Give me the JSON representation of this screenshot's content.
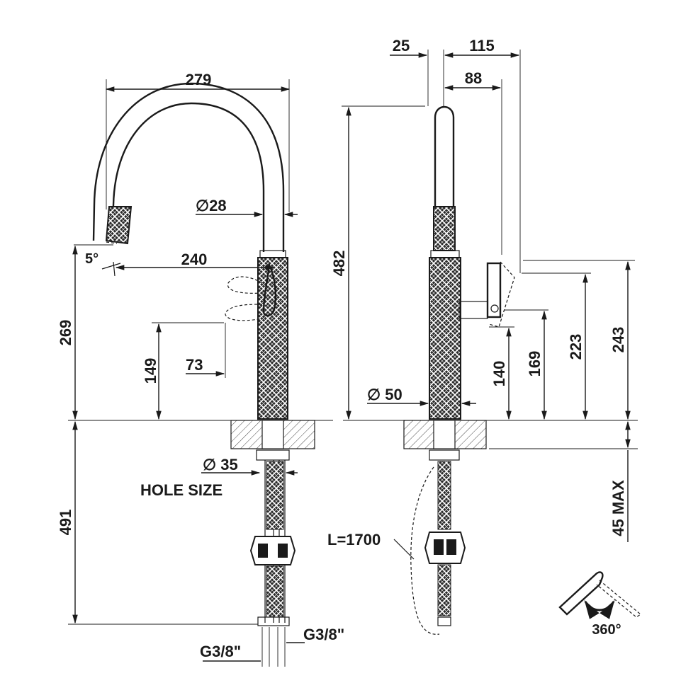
{
  "drawing": {
    "left_view": {
      "width_279": "279",
      "spout_reach_240": "240",
      "angle_5": "5°",
      "dia_28": "∅28",
      "height_269": "269",
      "height_149": "149",
      "dim_73": "73",
      "depth_491": "491",
      "hole_dia": "∅ 35",
      "hole_size": "HOLE SIZE",
      "thread_left": "G3/8\"",
      "thread_right": "G3/8\""
    },
    "right_view": {
      "dim_25": "25",
      "dim_115": "115",
      "dim_88": "88",
      "height_482": "482",
      "dia_50": "∅ 50",
      "height_140": "140",
      "height_169": "169",
      "height_223": "223",
      "height_243": "243",
      "max_45": "45 MAX",
      "hose_length": "L=1700"
    },
    "rotation": {
      "label": "360°"
    }
  }
}
